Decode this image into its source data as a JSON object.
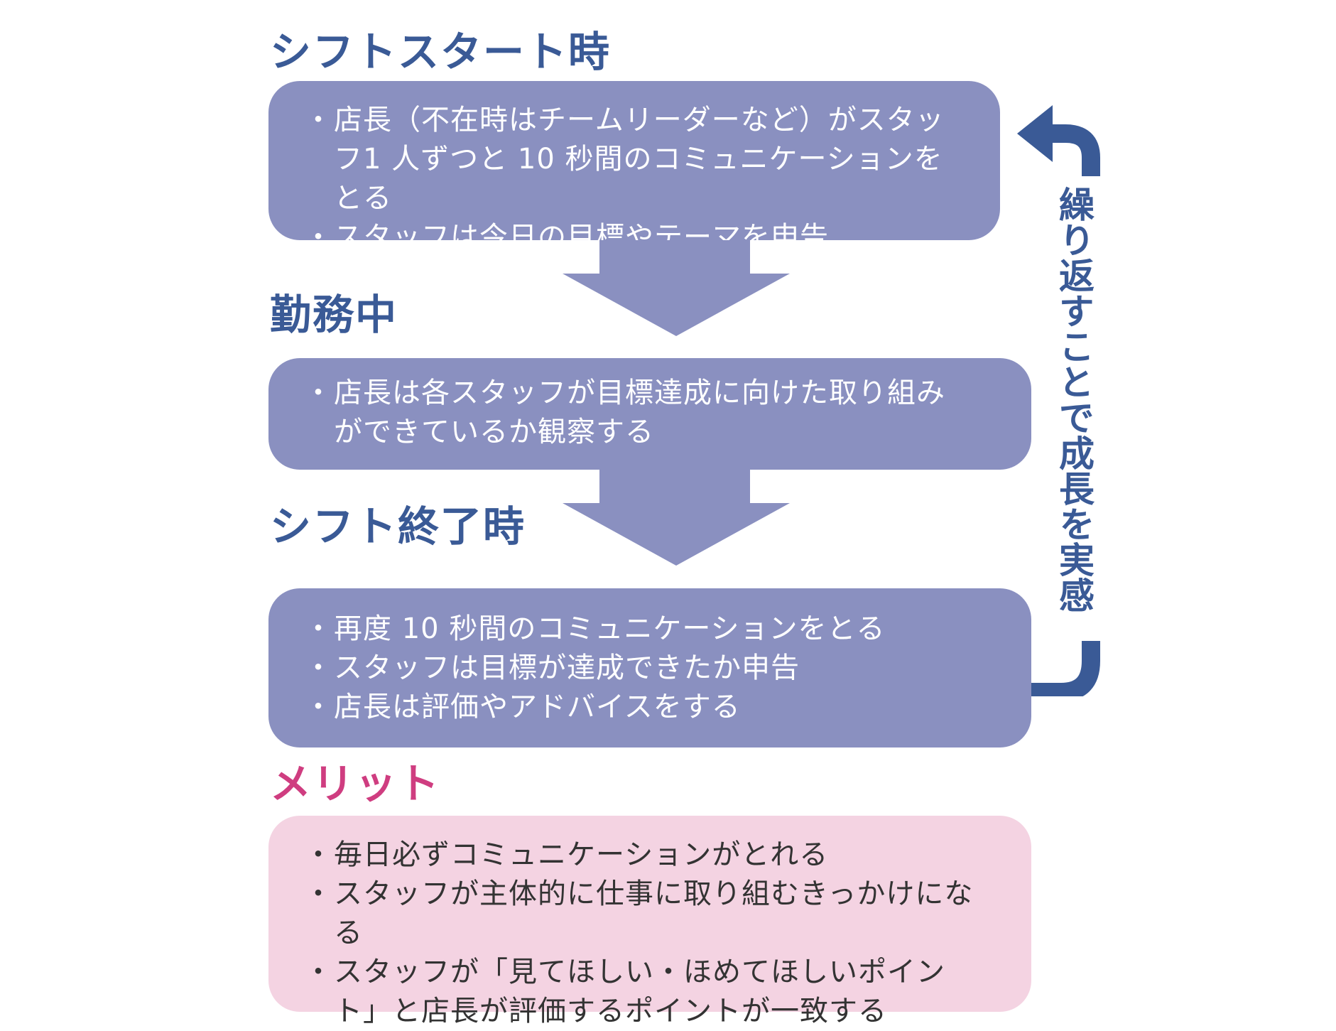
{
  "colors": {
    "heading_blue": "#3a5a96",
    "box_blue": "#8a90c0",
    "merit_pink": "#cf3d80",
    "merit_box": "#f4d3e2"
  },
  "stages": [
    {
      "heading": "シフトスタート時",
      "items": [
        "店長（不在時はチームリーダーなど）がスタッフ1 人ずつと 10 秒間のコミュニケーションをとる",
        "スタッフは今日の目標やテーマを申告"
      ]
    },
    {
      "heading": "勤務中",
      "items": [
        "店長は各スタッフが目標達成に向けた取り組みができているか観察する"
      ]
    },
    {
      "heading": "シフト終了時",
      "items": [
        "再度 10 秒間のコミュニケーションをとる",
        "スタッフは目標が達成できたか申告",
        "店長は評価やアドバイスをする"
      ]
    }
  ],
  "loop_label": "繰り返すことで成長を実感",
  "merit": {
    "heading": "メリット",
    "items": [
      "毎日必ずコミュニケーションがとれる",
      "スタッフが主体的に仕事に取り組むきっかけになる",
      "スタッフが「見てほしい・ほめてほしいポイント」と店長が評価するポイントが一致する"
    ]
  }
}
